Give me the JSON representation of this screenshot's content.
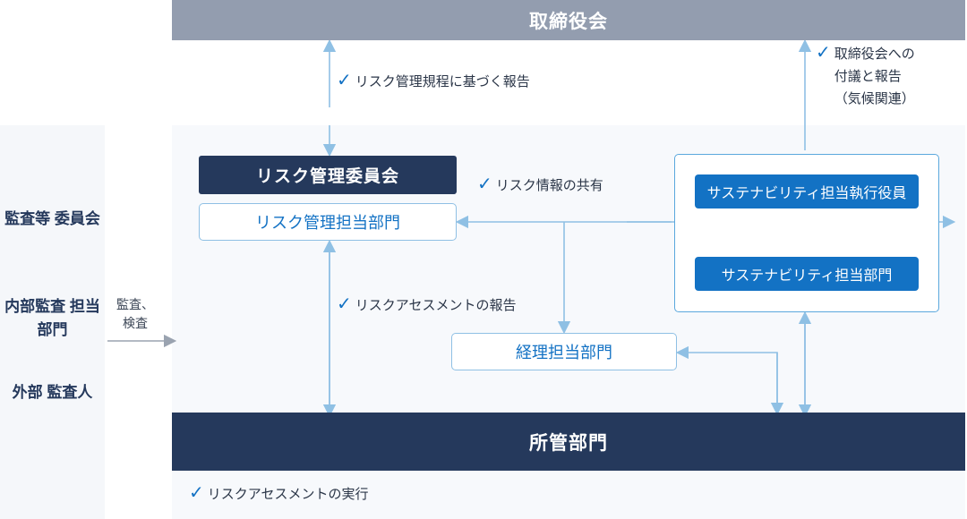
{
  "diagram": {
    "title_bar": {
      "label": "取締役会"
    },
    "bottom_bar": {
      "label": "所管部門"
    },
    "side_panel": {
      "items": [
        {
          "label": "監査等\n委員会"
        },
        {
          "label": "内部監査\n担当部門"
        },
        {
          "label": "外部\n監査人"
        }
      ],
      "arrow_label": "監査、\n検査"
    },
    "boxes": {
      "risk_committee": {
        "label": "リスク管理委員会"
      },
      "risk_dept": {
        "label": "リスク管理担当部門"
      },
      "sustainability_exec": {
        "label": "サステナビリティ担当執行役員"
      },
      "sustainability_dept": {
        "label": "サステナビリティ担当部門"
      },
      "accounting_dept": {
        "label": "経理担当部門"
      }
    },
    "annotations": [
      {
        "check": "✓",
        "text": "リスク管理規程に基づく報告"
      },
      {
        "check": "✓",
        "text": "取締役会への\n付議と報告\n（気候関連）"
      },
      {
        "check": "✓",
        "text": "リスク情報の共有"
      },
      {
        "check": "✓",
        "text": "リスクアセスメントの報告"
      },
      {
        "check": "✓",
        "text": "リスクアセスメントの実行"
      }
    ],
    "colors": {
      "header_gray": "#939daf",
      "navy": "#25395c",
      "accent_blue": "#1372c4",
      "arrow_blue": "#8fc0e4",
      "panel_bg": "#f7f9fc",
      "side_bg": "#f5f7fa",
      "gray_arrow": "#9aa3b0"
    }
  }
}
